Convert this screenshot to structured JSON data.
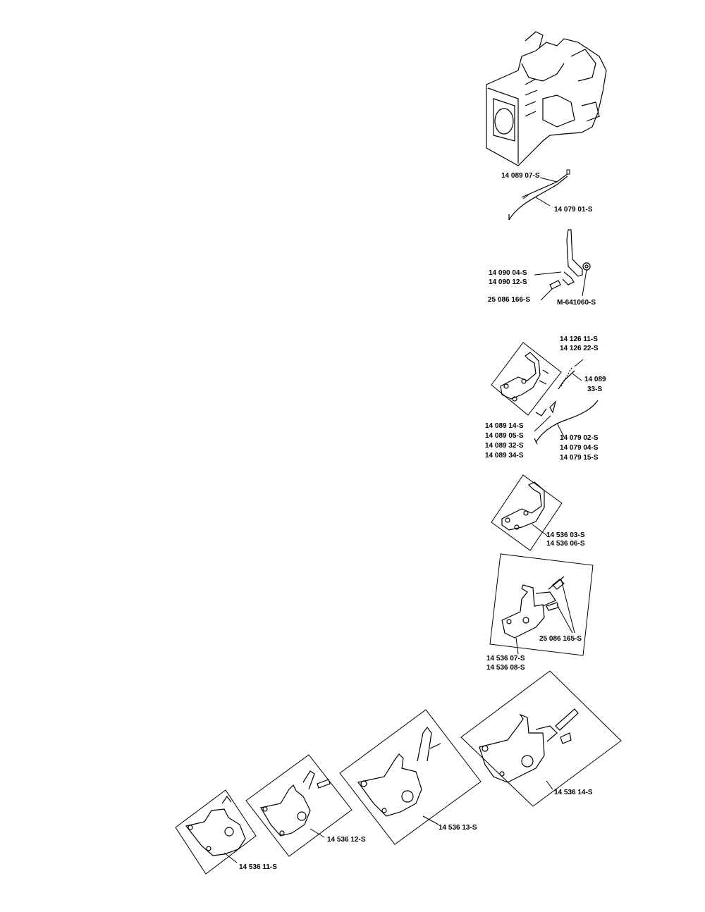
{
  "labels": {
    "p1": "14 089 07-S",
    "p2": "14 079 01-S",
    "p3a": "14 090 04-S",
    "p3b": "14 090 12-S",
    "p4": "25 086 166-S",
    "p5": "M-641060-S",
    "p6a": "14 126 11-S",
    "p6b": "14 126 22-S",
    "p7a": "14 089",
    "p7b": "33-S",
    "p8a": "14 089 14-S",
    "p8b": "14 089 05-S",
    "p8c": "14 089 32-S",
    "p8d": "14 089 34-S",
    "p9a": "14 079 02-S",
    "p9b": "14 079 04-S",
    "p9c": "14 079 15-S",
    "p10a": "14 536 03-S",
    "p10b": "14 536 06-S",
    "p11": "25 086 165-S",
    "p12a": "14 536 07-S",
    "p12b": "14 536 08-S",
    "p13": "14 536 14-S",
    "p14": "14 536 13-S",
    "p15": "14 536 12-S",
    "p16": "14 536 11-S"
  }
}
